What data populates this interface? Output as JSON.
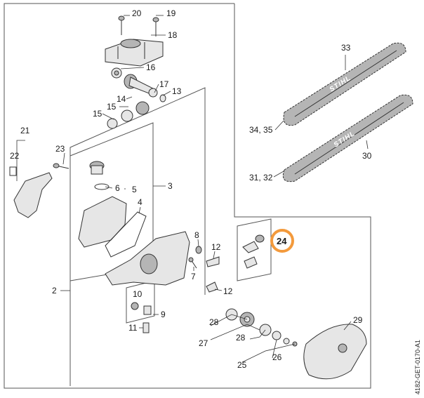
{
  "diagram": {
    "callouts": {
      "c20": "20",
      "c19": "19",
      "c18": "18",
      "c16": "16",
      "c14": "14",
      "c17": "17",
      "c13": "13",
      "c15": "15",
      "c21": "21",
      "c22": "22",
      "c23": "23",
      "c6": "6",
      "c5": "5",
      "c3": "3",
      "c4": "4",
      "c2": "2",
      "c8": "8",
      "c7": "7",
      "c12a": "12",
      "c12b": "12",
      "c10": "10",
      "c9": "9",
      "c11": "11",
      "c24": "24",
      "c33": "33",
      "c3435": "34, 35",
      "c30": "30",
      "c3132": "31, 32",
      "c29": "29",
      "c28a": "28",
      "c28b": "28",
      "c27": "27",
      "c25": "25",
      "c26": "26"
    },
    "brand_a": "STIHL",
    "brand_b": "STIHL",
    "doc_code": "4182-GET-0170-A1",
    "highlight_color": "#f39a3c"
  }
}
